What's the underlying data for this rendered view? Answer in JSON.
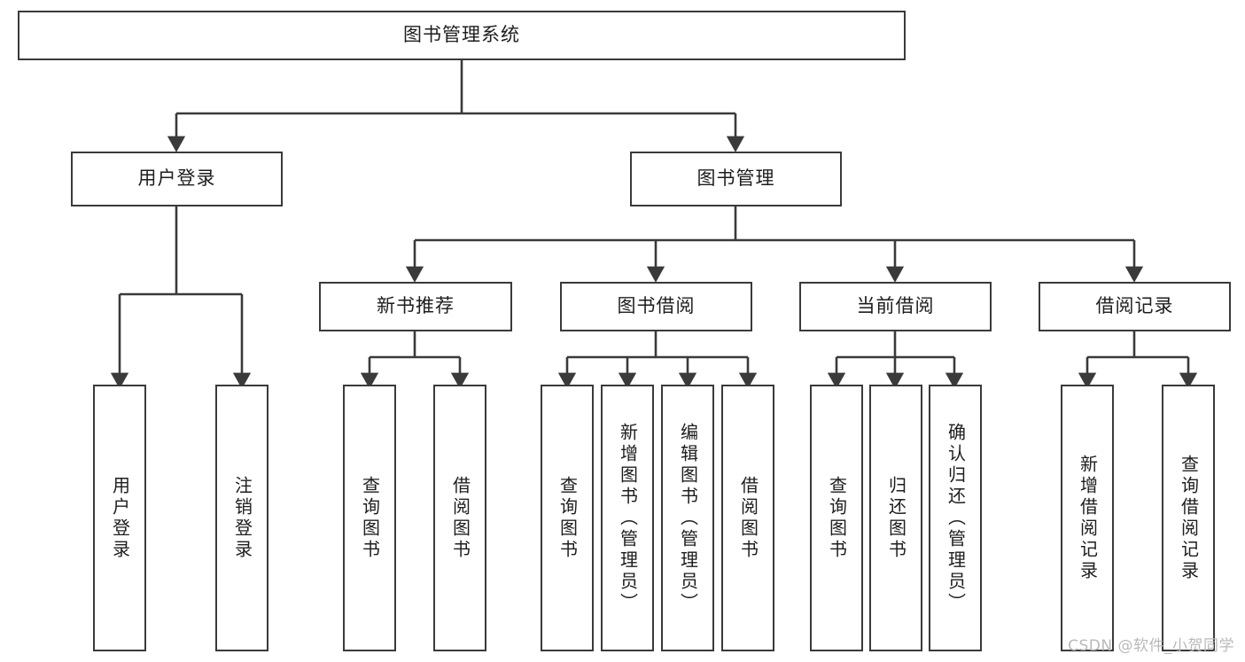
{
  "diagram": {
    "type": "tree",
    "title": "图书管理系统",
    "watermark": "CSDN @软件_小贺同学",
    "colors": {
      "stroke": "#3a3a3a",
      "background": "#ffffff",
      "text": "#1d1d1d",
      "watermark": "#b9b9b9"
    },
    "nodes": {
      "root": "图书管理系统",
      "level2": {
        "user_login": "用户登录",
        "book_manage": "图书管理"
      },
      "level3": {
        "new_book_recommend": "新书推荐",
        "book_borrow": "图书借阅",
        "current_borrow": "当前借阅",
        "borrow_record": "借阅记录"
      },
      "leaves": {
        "user_login_1": "用户登录",
        "user_login_2": "注销登录",
        "recommend_1": "查询图书",
        "recommend_2": "借阅图书",
        "borrow_1": "查询图书",
        "borrow_2": "新增图书（管理员）",
        "borrow_3": "编辑图书（管理员）",
        "borrow_4": "借阅图书",
        "current_1": "查询图书",
        "current_2": "归还图书",
        "current_3": "确认归还（管理员）",
        "record_1": "新增借阅记录",
        "record_2": "查询借阅记录"
      }
    }
  }
}
